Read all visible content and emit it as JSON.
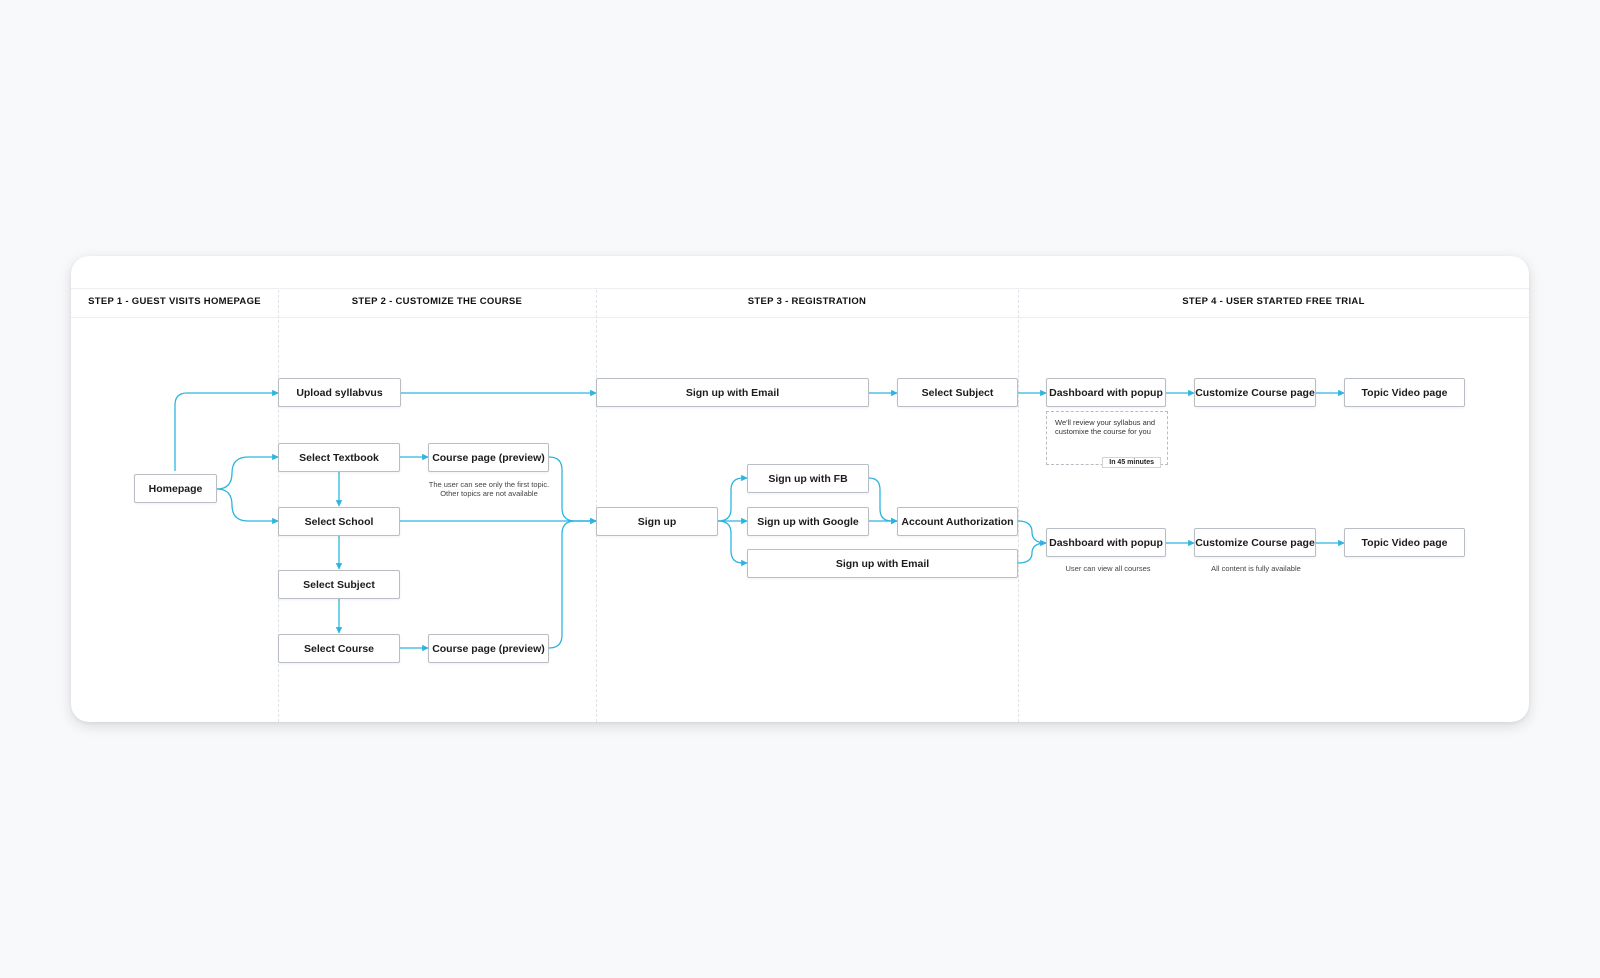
{
  "steps": [
    "STEP 1 - GUEST VISITS HOMEPAGE",
    "STEP 2 - CUSTOMIZE THE COURSE",
    "STEP 3 - REGISTRATION",
    "STEP 4 - USER STARTED FREE TRIAL"
  ],
  "nodes": {
    "homepage": "Homepage",
    "upload_syllabus": "Upload syllabvus",
    "select_textbook": "Select Textbook",
    "select_school": "Select School",
    "select_subject_step2": "Select Subject",
    "select_course": "Select Course",
    "course_preview_top": "Course page (preview)",
    "course_preview_bottom": "Course page (preview)",
    "signup_email_top": "Sign up with Email",
    "select_subject_step3": "Select Subject",
    "signup": "Sign up",
    "signup_fb": "Sign up with FB",
    "signup_google": "Sign up with Google",
    "signup_email_bottom": "Sign up with Email",
    "account_authorization": "Account Authorization",
    "dashboard_top": "Dashboard with popup",
    "customize_course_top": "Customize Course page",
    "topic_video_top": "Topic Video page",
    "dashboard_bottom": "Dashboard with popup",
    "customize_course_bottom": "Customize Course page",
    "topic_video_bottom": "Topic Video page"
  },
  "notes": {
    "preview_limit": "The user can see only the first topic. Other topics are not available",
    "popup_message": "We'll review your syllabus and customixe the course for you",
    "popup_badge": "In 45 minutes",
    "view_all_courses": "User can view all courses",
    "content_available": "All content is fully available"
  },
  "colors": {
    "connector": "#2cb5e0",
    "node_border": "#b9bec4",
    "card_bg": "#ffffff",
    "page_bg": "#f8f9fb"
  }
}
